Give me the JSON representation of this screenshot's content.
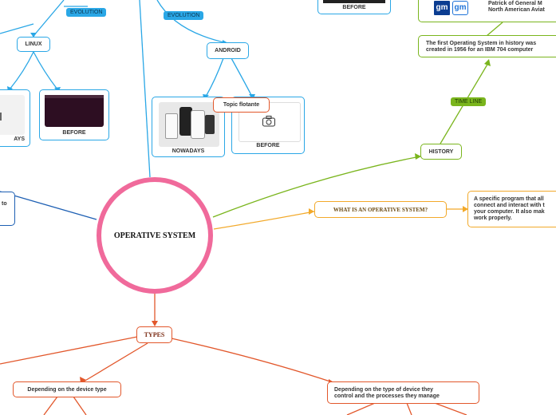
{
  "center": {
    "title": "OPERATIVE SYSTEM"
  },
  "linux": {
    "title": "LINUX",
    "evolution_tag": "EVOLUTION",
    "nowadays_label": "AYS",
    "before_label": "BEFORE"
  },
  "android": {
    "title": "ANDROID",
    "evolution_tag": "EVOLUTION",
    "nowadays_label": "NOWADAYS",
    "before_label": "BEFORE",
    "floating_topic": "Topic flotante"
  },
  "top_card": {
    "before_label": "BEFORE"
  },
  "left_partial": {
    "text": "to"
  },
  "history": {
    "title": "HISTORY",
    "timeline_tag": "TIME LINE",
    "first_os_text_line1": "The first Operating System in history was",
    "first_os_text_line2": "created in 1956 for an IBM 704 computer",
    "logos": [
      "gm",
      "gm"
    ],
    "partner_line1": "Patrick of General M",
    "partner_line2": "North American Aviat"
  },
  "what_is": {
    "title": "WHAT IS AN OPERATIVE SYSTEM?",
    "definition_line1": "A specific program that all",
    "definition_line2": "connect and interact with t",
    "definition_line3": "your computer. It also mak",
    "definition_line4": "work properly."
  },
  "types": {
    "title": "TYPES",
    "device_type": "Depending on the device type",
    "control_line1": "Depending on the type of device they",
    "control_line2": "control and the processes they manage"
  },
  "colors": {
    "blue": "#2aa7e6",
    "green": "#7ab51d",
    "orange": "#f2a92a",
    "red": "#e2572b",
    "pink": "#f06a9b",
    "navy": "#1d5fb3"
  }
}
